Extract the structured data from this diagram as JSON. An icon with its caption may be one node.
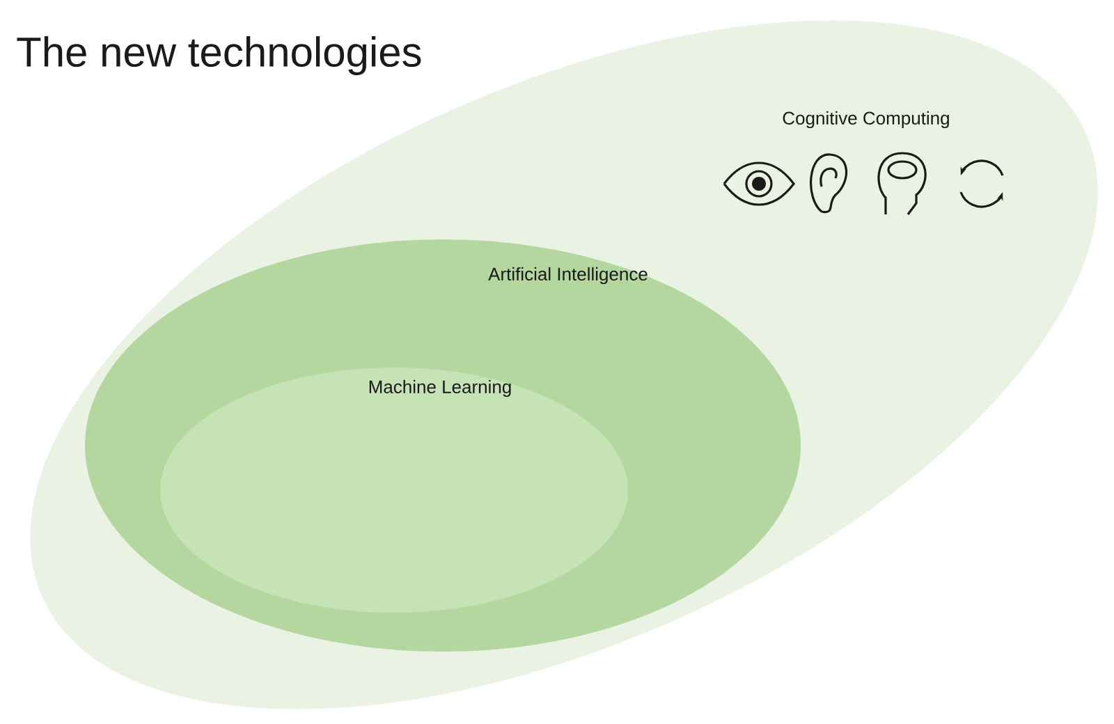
{
  "diagram": {
    "title": "The new technologies",
    "nodes": [
      {
        "text": [
          "Cognitive Computing"
        ]
      },
      {
        "text": [
          "Artificial Intelligence"
        ],
        "in": 0
      },
      {
        "text": [
          "Machine Learning"
        ],
        "in": 1
      }
    ]
  }
}
